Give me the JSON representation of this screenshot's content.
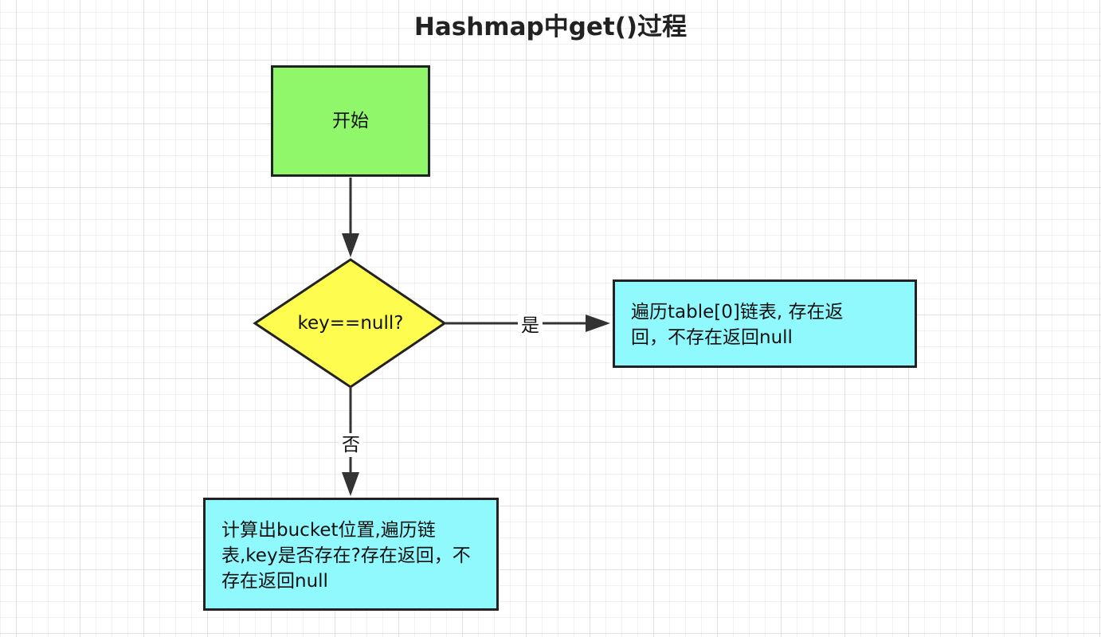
{
  "title": "Hashmap中get()过程",
  "colors": {
    "start_fill": "#90f66a",
    "decision_fill": "#fdfc4f",
    "process_fill": "#8ff9fd",
    "stroke": "#222222"
  },
  "nodes": {
    "start": {
      "label": "开始"
    },
    "decision": {
      "label": "key==null?"
    },
    "yes_process": {
      "label": "遍历table[0]链表, 存在返回，不存在返回null"
    },
    "no_process": {
      "label": "计算出bucket位置,遍历链表,key是否存在?存在返回，不存在返回null"
    }
  },
  "edges": {
    "yes_label": "是",
    "no_label": "否"
  }
}
